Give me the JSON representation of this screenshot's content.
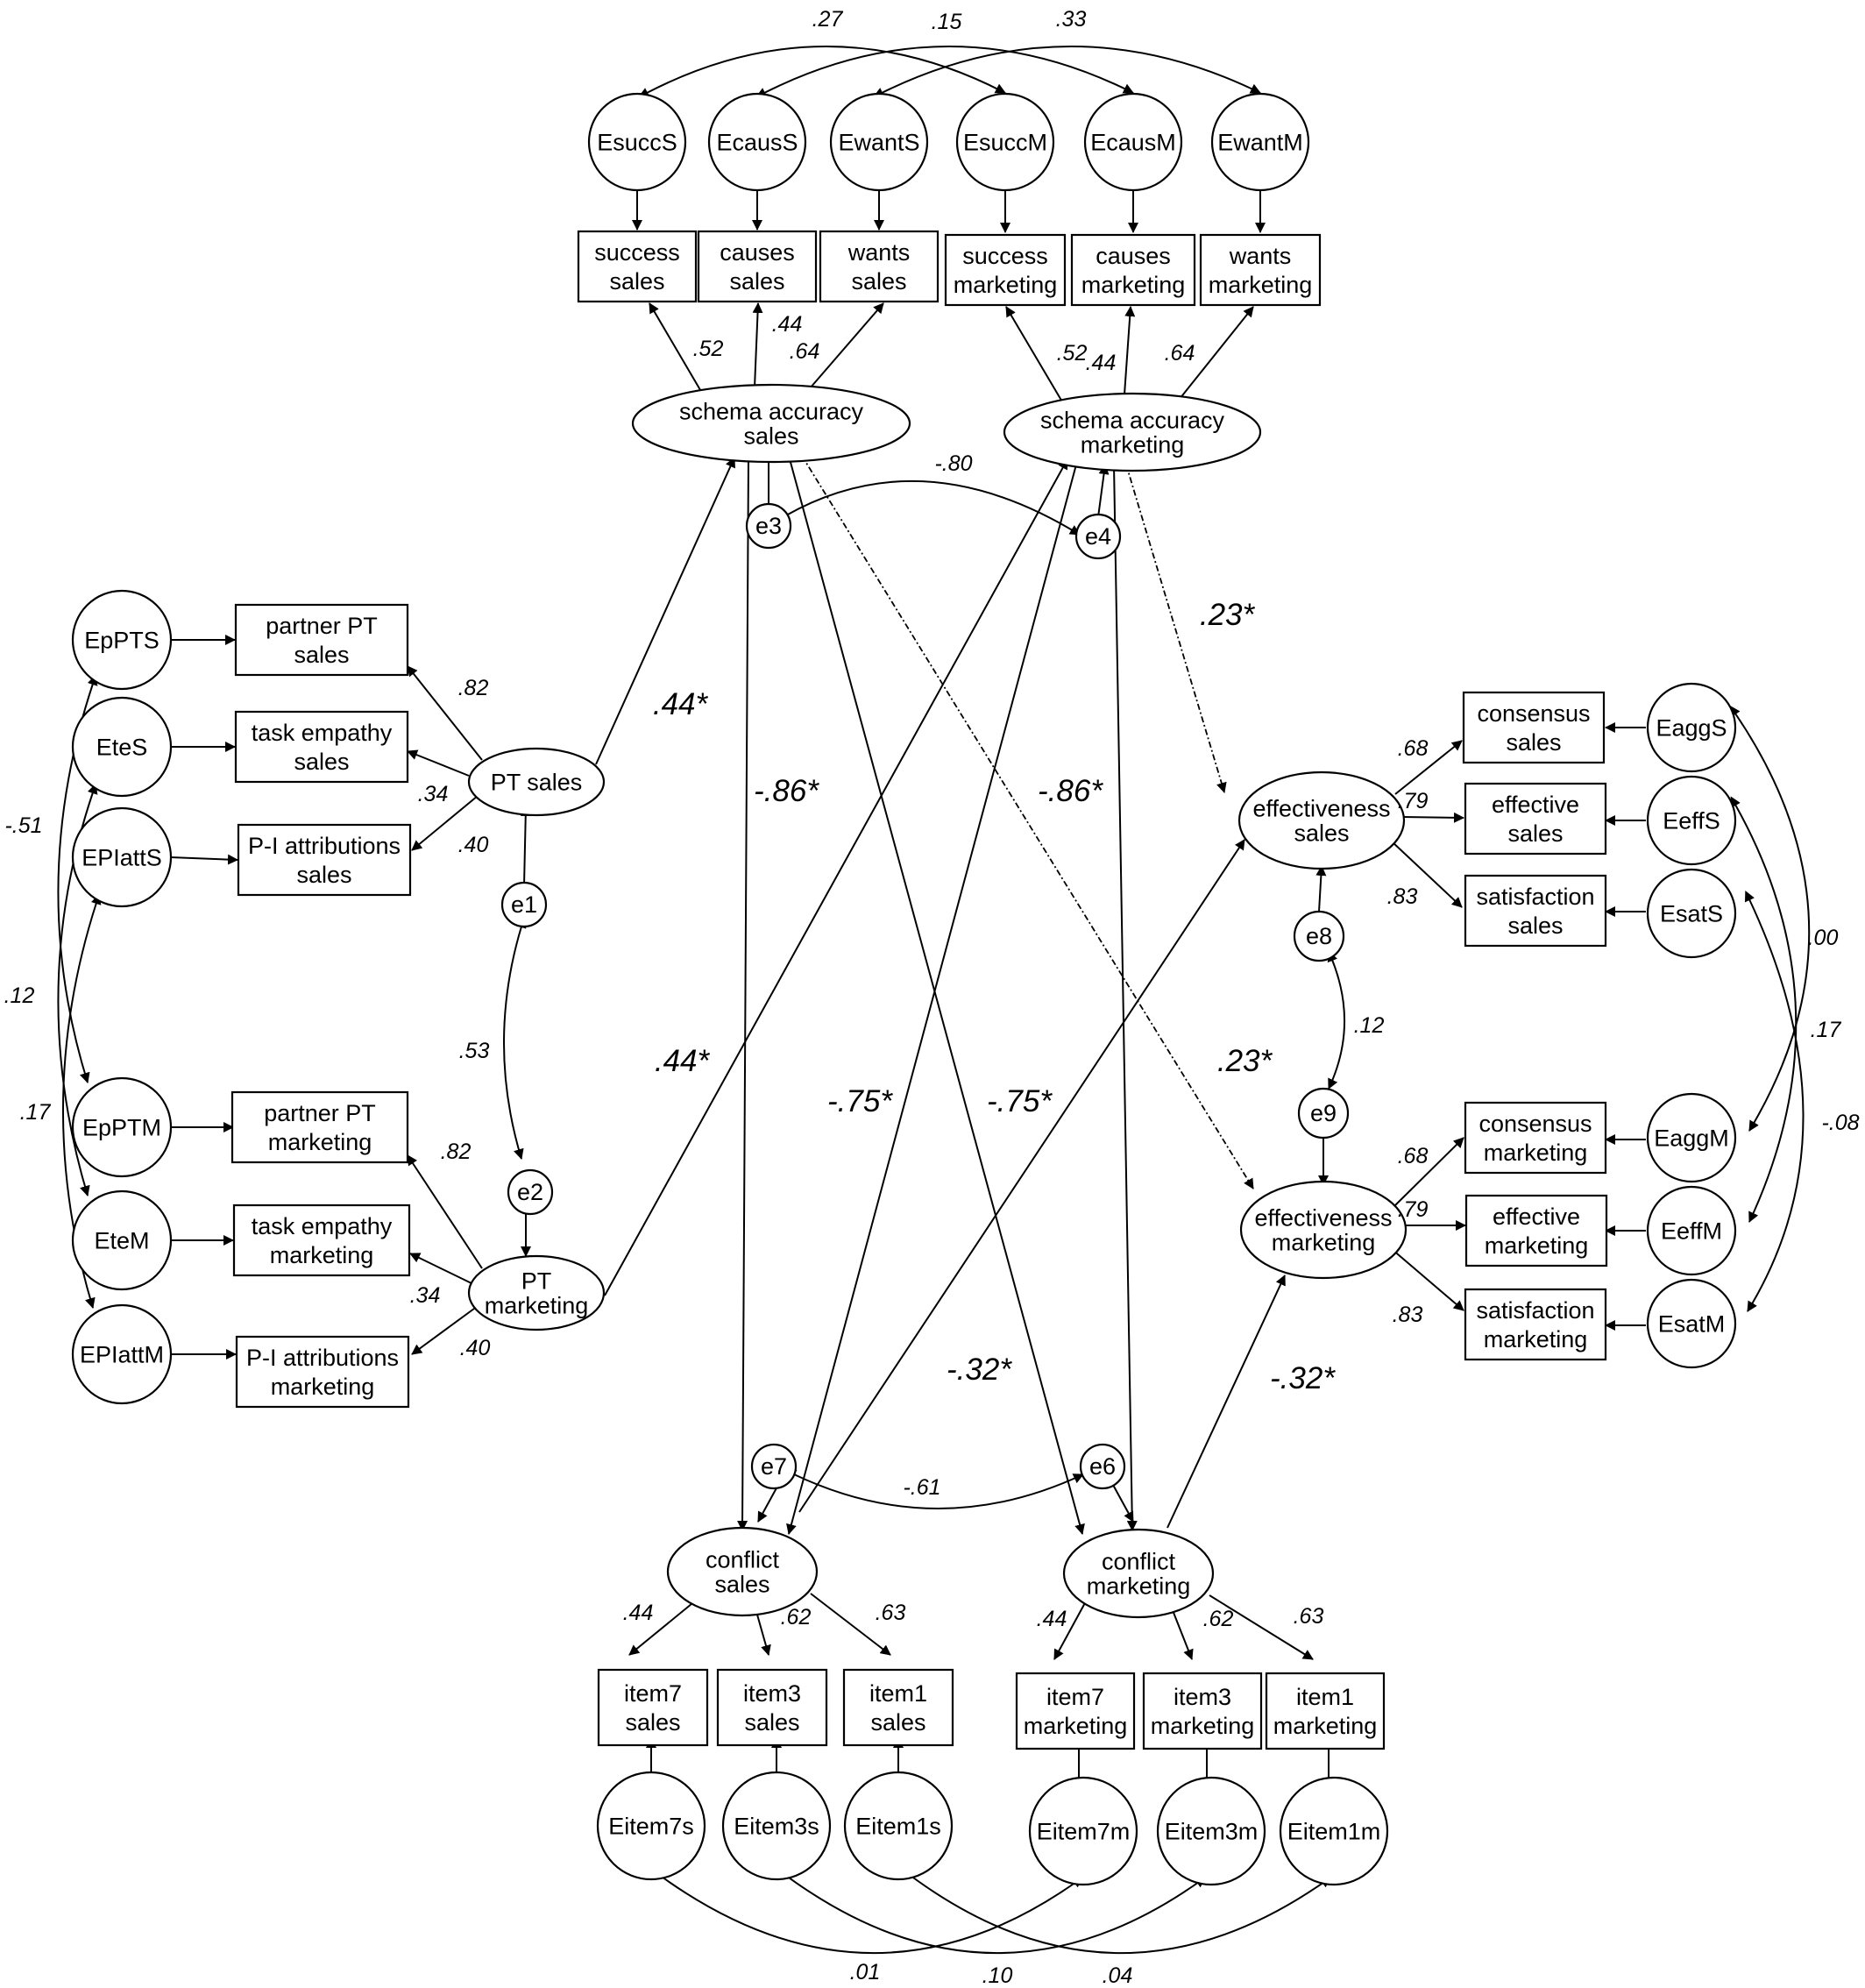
{
  "diagram": {
    "observed": {
      "success_sales": [
        "success",
        "sales"
      ],
      "causes_sales": [
        "causes",
        "sales"
      ],
      "wants_sales": [
        "wants",
        "sales"
      ],
      "success_marketing": [
        "success",
        "marketing"
      ],
      "causes_marketing": [
        "causes",
        "marketing"
      ],
      "wants_marketing": [
        "wants",
        "marketing"
      ],
      "partner_pt_sales": [
        "partner PT",
        "sales"
      ],
      "task_empathy_sales": [
        "task empathy",
        "sales"
      ],
      "pi_attributions_sales": [
        "P-I attributions",
        "sales"
      ],
      "partner_pt_marketing": [
        "partner PT",
        "marketing"
      ],
      "task_empathy_marketing": [
        "task empathy",
        "marketing"
      ],
      "pi_attributions_marketing": [
        "P-I attributions",
        "marketing"
      ],
      "consensus_sales": [
        "consensus",
        "sales"
      ],
      "effective_sales": [
        "effective",
        "sales"
      ],
      "satisfaction_sales": [
        "satisfaction",
        "sales"
      ],
      "consensus_marketing": [
        "consensus",
        "marketing"
      ],
      "effective_marketing": [
        "effective",
        "marketing"
      ],
      "satisfaction_marketing": [
        "satisfaction",
        "marketing"
      ],
      "item7_sales": [
        "item7",
        "sales"
      ],
      "item3_sales": [
        "item3",
        "sales"
      ],
      "item1_sales": [
        "item1",
        "sales"
      ],
      "item7_marketing": [
        "item7",
        "marketing"
      ],
      "item3_marketing": [
        "item3",
        "marketing"
      ],
      "item1_marketing": [
        "item1",
        "marketing"
      ]
    },
    "latent": {
      "schema_accuracy_sales": [
        "schema accuracy",
        "sales"
      ],
      "schema_accuracy_marketing": [
        "schema accuracy",
        "marketing"
      ],
      "pt_sales": [
        "PT sales"
      ],
      "pt_marketing": [
        "PT",
        "marketing"
      ],
      "effectiveness_sales": [
        "effectiveness",
        "sales"
      ],
      "effectiveness_marketing": [
        "effectiveness",
        "marketing"
      ],
      "conflict_sales": [
        "conflict",
        "sales"
      ],
      "conflict_marketing": [
        "conflict",
        "marketing"
      ]
    },
    "errors": {
      "EsuccS": "EsuccS",
      "EcausS": "EcausS",
      "EwantS": "EwantS",
      "EsuccM": "EsuccM",
      "EcausM": "EcausM",
      "EwantM": "EwantM",
      "EpPTS": "EpPTS",
      "EteS": "EteS",
      "EPIattS": "EPIattS",
      "EpPTM": "EpPTM",
      "EteM": "EteM",
      "EPIattM": "EPIattM",
      "EaggS": "EaggS",
      "EeffS": "EeffS",
      "EsatS": "EsatS",
      "EaggM": "EaggM",
      "EeffM": "EeffM",
      "EsatM": "EsatM",
      "Eitem7s": "Eitem7s",
      "Eitem3s": "Eitem3s",
      "Eitem1s": "Eitem1s",
      "Eitem7m": "Eitem7m",
      "Eitem3m": "Eitem3m",
      "Eitem1m": "Eitem1m"
    },
    "residuals": {
      "e1": "e1",
      "e2": "e2",
      "e3": "e3",
      "e4": "e4",
      "e6": "e6",
      "e7": "e7",
      "e8": "e8",
      "e9": "e9"
    },
    "coefficients": {
      "cov_esuccs_esuccm": ".27",
      "cov_ecauss_ecausm": ".15",
      "cov_ewants_ewantm": ".33",
      "load_success_sales": ".52",
      "load_causes_sales": ".44",
      "load_wants_sales": ".64",
      "load_success_marketing": ".52",
      "load_causes_marketing": ".44",
      "load_wants_marketing": ".64",
      "cov_e3_e4": "-.80",
      "load_partner_pt_sales": ".82",
      "load_task_empathy_sales": ".34",
      "load_pi_attributions_sales": ".40",
      "load_partner_pt_marketing": ".82",
      "load_task_empathy_marketing": ".34",
      "load_pi_attributions_marketing": ".40",
      "cov_e1_e2": ".53",
      "cov_epptS_eptem": "-.51",
      "cov_etes_etem": ".12",
      "cov_epiatts_epiattm": ".17",
      "path_pt_sales_schema_sales": ".44*",
      "path_pt_marketing_schema_marketing": ".44*",
      "path_schema_sales_conflict_sales": "-.86*",
      "path_schema_marketing_conflict_marketing": "-.86*",
      "path_schema_marketing_effectiveness_sales": ".23*",
      "path_schema_sales_effectiveness_marketing": ".23*",
      "path_schema_marketing_conflict_sales": "-.75*",
      "path_schema_sales_conflict_marketing": "-.75*",
      "path_conflict_sales_effectiveness_sales": "-.32*",
      "path_conflict_marketing_effectiveness_marketing": "-.32*",
      "load_consensus_sales": ".68",
      "load_effective_sales": ".79",
      "load_satisfaction_sales": ".83",
      "load_consensus_marketing": ".68",
      "load_effective_marketing": ".79",
      "load_satisfaction_marketing": ".83",
      "cov_e8_e9": ".12",
      "cov_eaggs_eaggm": ".00",
      "cov_eeffs_eeffm": ".17",
      "cov_esats_esatm": "-.08",
      "cov_e7_e6": "-.61",
      "load_item7_sales": ".44",
      "load_item3_sales": ".62",
      "load_item1_sales": ".63",
      "load_item7_marketing": ".44",
      "load_item3_marketing": ".62",
      "load_item1_marketing": ".63",
      "cov_eitem7s_eitem7m": ".01",
      "cov_eitem3s_eitem3m": ".10",
      "cov_eitem1s_eitem1m": ".04"
    }
  }
}
